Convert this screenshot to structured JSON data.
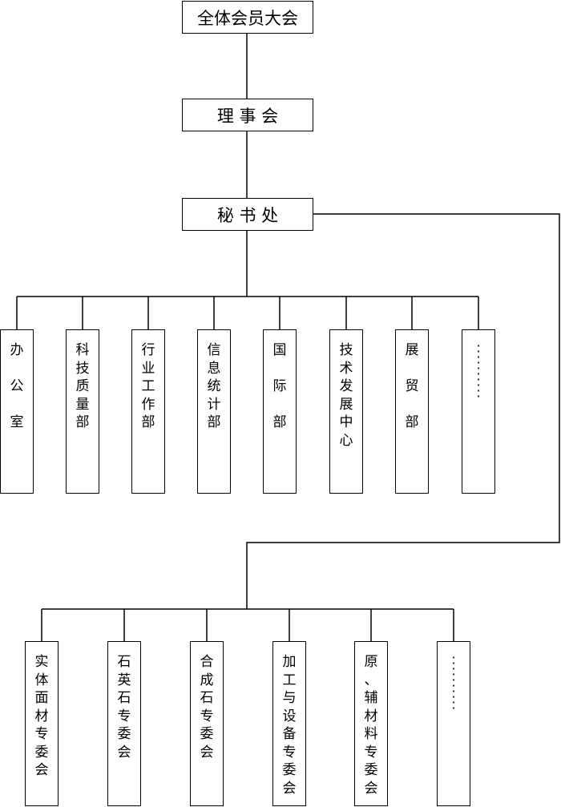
{
  "diagram": {
    "top": "全体会员大会",
    "council": "理 事 会",
    "secretariat": "秘 书 处",
    "departments": [
      "办\n\n公\n\n室",
      "科\n技\n质\n量\n部",
      "行\n业\n工\n作\n部",
      "信\n息\n统\n计\n部",
      "国\n\n际\n\n部",
      "技\n术\n发\n展\n中\n心",
      "展\n\n贸\n\n部",
      "·\n·\n·\n·\n·\n·\n·\n·\n·\n·"
    ],
    "committees": [
      "实\n体\n面\n材\n专\n委\n会",
      "石\n英\n石\n专\n委\n会",
      "合\n成\n石\n专\n委\n会",
      "加\n工\n与\n设\n备\n专\n委\n会",
      "原\n、\n辅\n材\n料\n专\n委\n会",
      "·\n·\n·\n·\n·\n·\n·\n·\n·\n·"
    ]
  }
}
